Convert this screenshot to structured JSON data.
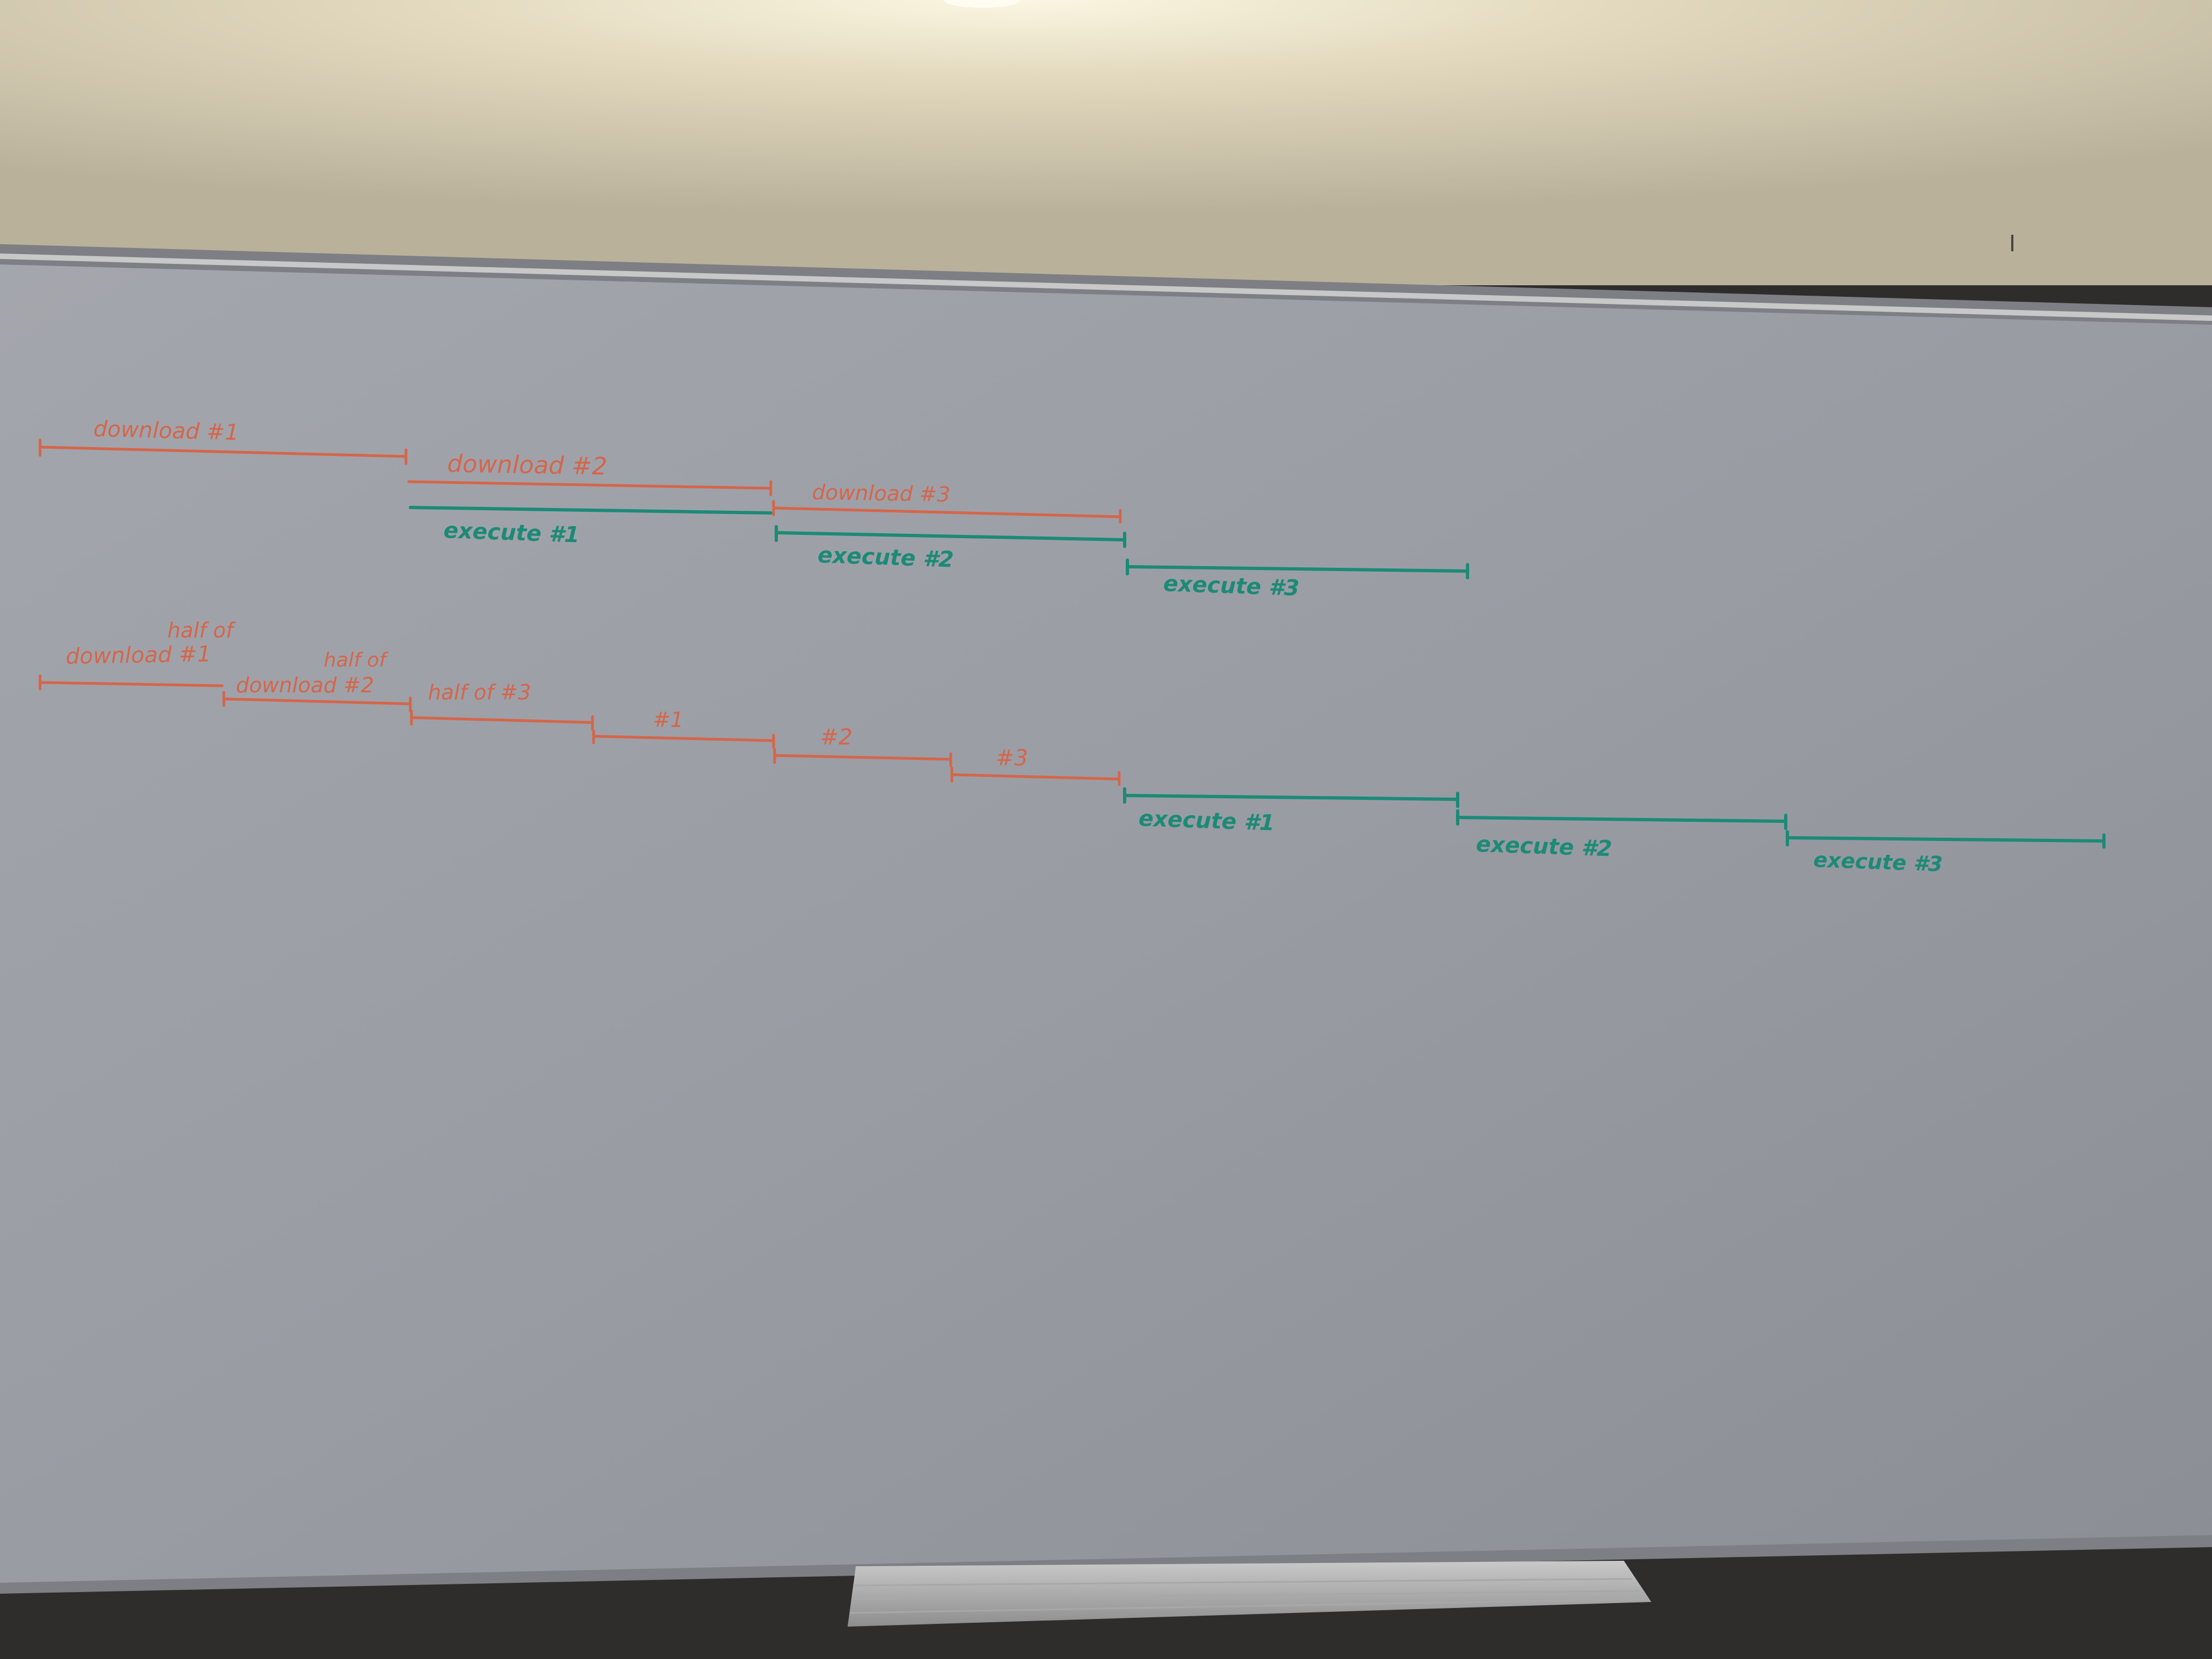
{
  "scene": {
    "subject": "whiteboard with hand-drawn timeline",
    "wall_color": "#d9cfb2",
    "board_color": "#9a9da6",
    "frame_color": "#8a8b8e",
    "marker_colors": {
      "download": "#d4664a",
      "execute": "#1c8a76"
    }
  },
  "top_timeline": {
    "download_1": "download #1",
    "download_2": "download #2",
    "download_3": "download #3",
    "execute_1": "execute #1",
    "execute_2": "execute #2",
    "execute_3": "execute #3"
  },
  "bottom_timeline": {
    "half_of_1_note": "half of",
    "download_1": "download #1",
    "half_of_2_note": "half of",
    "download_2": "download #2",
    "half_of_3": "half of #3",
    "part_1": "#1",
    "part_2": "#2",
    "part_3": "#3",
    "execute_1": "execute #1",
    "execute_2": "execute #2",
    "execute_3": "execute #3"
  }
}
